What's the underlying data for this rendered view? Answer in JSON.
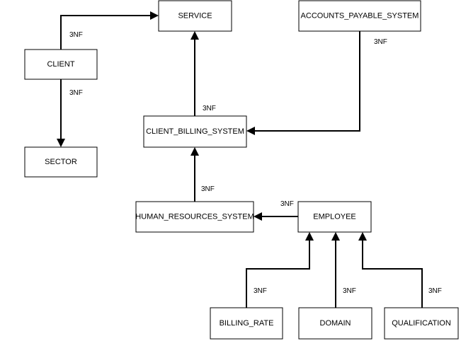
{
  "diagram": {
    "nodes": {
      "service": "SERVICE",
      "accounts_payable_system": "ACCOUNTS_PAYABLE_SYSTEM",
      "client": "CLIENT",
      "sector": "SECTOR",
      "client_billing_system": "CLIENT_BILLING_SYSTEM",
      "human_resources_system": "HUMAN_RESOURCES_SYSTEM",
      "employee": "EMPLOYEE",
      "billing_rate": "BILLING_RATE",
      "domain": "DOMAIN",
      "qualification": "QUALIFICATION"
    },
    "edges": {
      "client_to_service": "3NF",
      "client_to_sector": "3NF",
      "accounts_payable_to_client_billing": "3NF",
      "client_billing_to_service": "3NF",
      "human_resources_to_client_billing": "3NF",
      "employee_to_human_resources": "3NF",
      "billing_rate_to_employee": "3NF",
      "domain_to_employee": "3NF",
      "qualification_to_employee": "3NF"
    }
  }
}
